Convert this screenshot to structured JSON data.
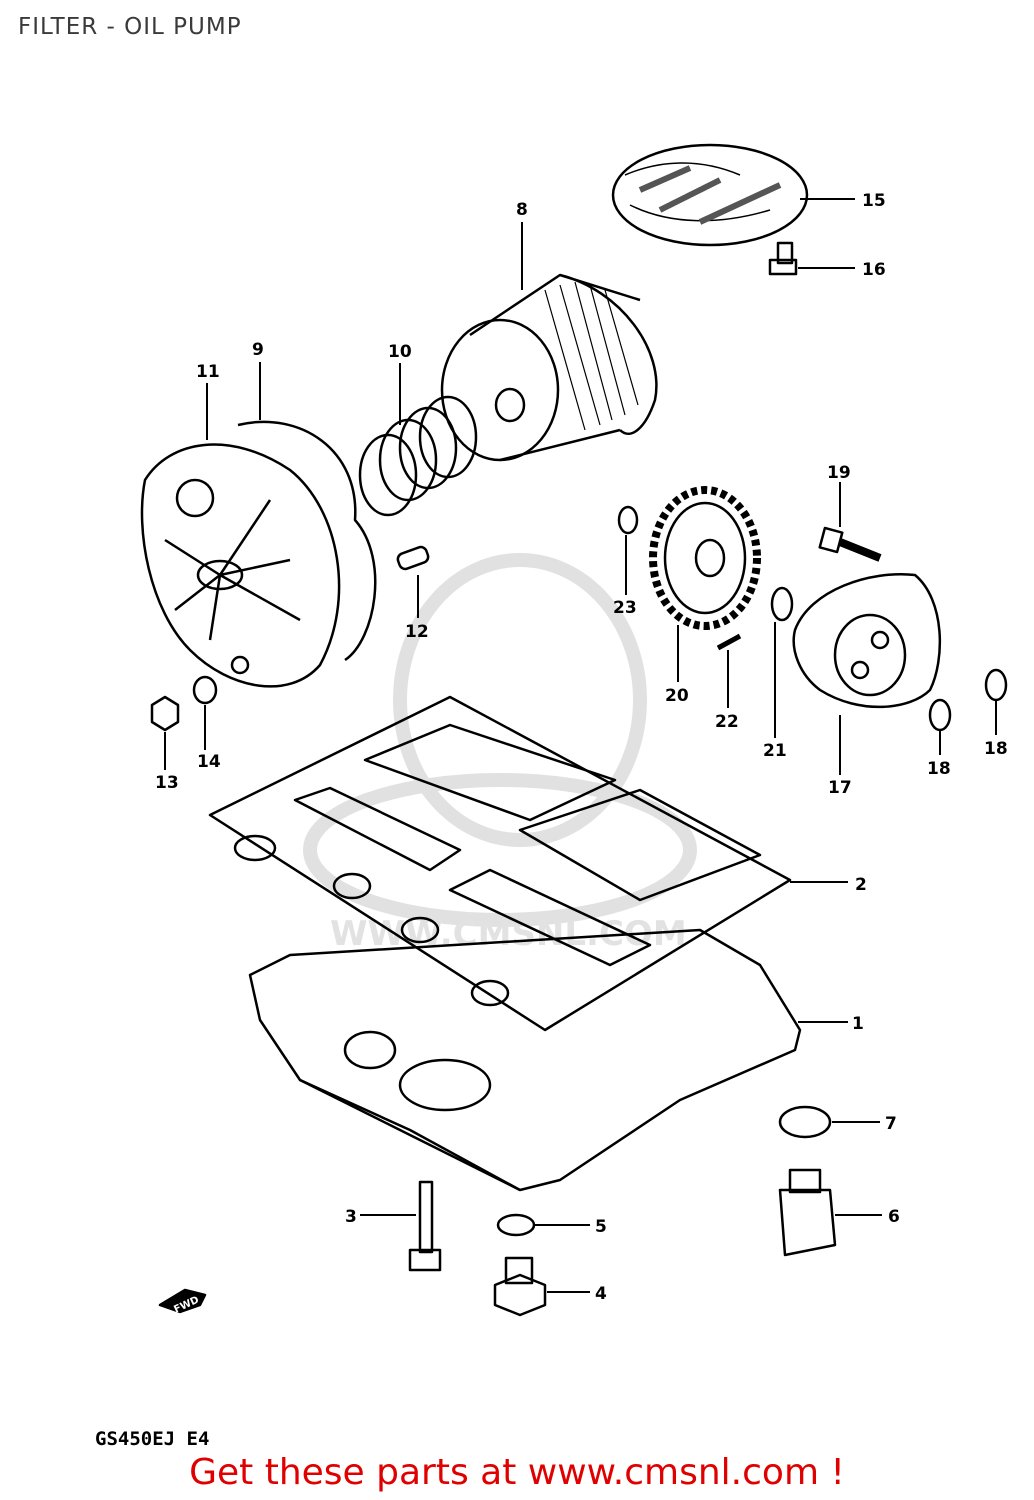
{
  "page": {
    "title": "FILTER - OIL PUMP"
  },
  "diagram": {
    "model_code": "GS450EJ E4",
    "watermark_text": "WWW.CMSNL.COM",
    "fwd_label": "FWD",
    "parts": [
      {
        "ref": "1"
      },
      {
        "ref": "2"
      },
      {
        "ref": "3"
      },
      {
        "ref": "4"
      },
      {
        "ref": "5"
      },
      {
        "ref": "6"
      },
      {
        "ref": "7"
      },
      {
        "ref": "8"
      },
      {
        "ref": "9"
      },
      {
        "ref": "10"
      },
      {
        "ref": "11"
      },
      {
        "ref": "12"
      },
      {
        "ref": "13"
      },
      {
        "ref": "14"
      },
      {
        "ref": "15"
      },
      {
        "ref": "16"
      },
      {
        "ref": "17"
      },
      {
        "ref": "18"
      },
      {
        "ref": "18"
      },
      {
        "ref": "19"
      },
      {
        "ref": "20"
      },
      {
        "ref": "21"
      },
      {
        "ref": "22"
      },
      {
        "ref": "23"
      }
    ]
  },
  "footer": {
    "cta": "Get these parts at www.cmsnl.com !"
  },
  "colors": {
    "cta": "#e00000",
    "line": "#000000",
    "watermark": "#d9d9d9"
  }
}
